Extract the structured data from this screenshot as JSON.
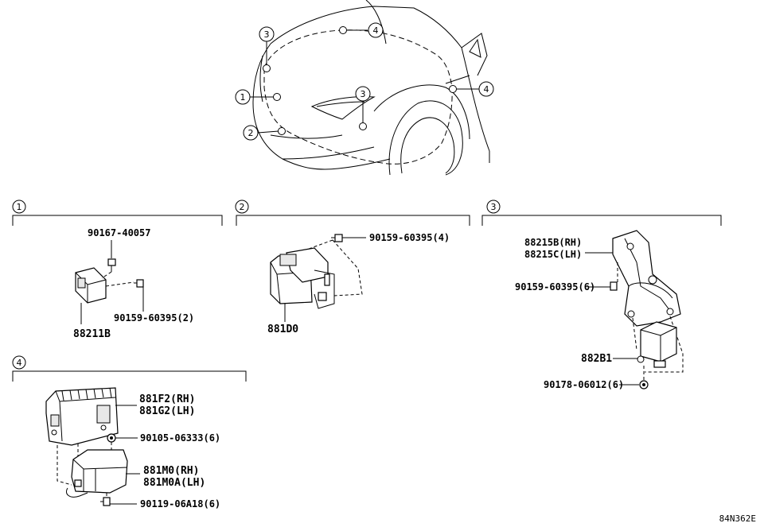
{
  "diagram_code": "84N362E",
  "overview": {
    "callouts": [
      "1",
      "2",
      "3",
      "3",
      "4",
      "4"
    ]
  },
  "sections": [
    {
      "number": "1",
      "parts": [
        "90167-40057",
        "90159-60395(2)",
        "88211B"
      ]
    },
    {
      "number": "2",
      "parts": [
        "90159-60395(4)",
        "881D0"
      ]
    },
    {
      "number": "3",
      "parts": [
        "88215B(RH)",
        "88215C(LH)",
        "90159-60395(6)",
        "882B1",
        "90178-06012(6)"
      ]
    },
    {
      "number": "4",
      "parts": [
        "881F2(RH)",
        "881G2(LH)",
        "90105-06333(6)",
        "881M0(RH)",
        "881M0A(LH)",
        "90119-06A18(6)"
      ]
    }
  ]
}
